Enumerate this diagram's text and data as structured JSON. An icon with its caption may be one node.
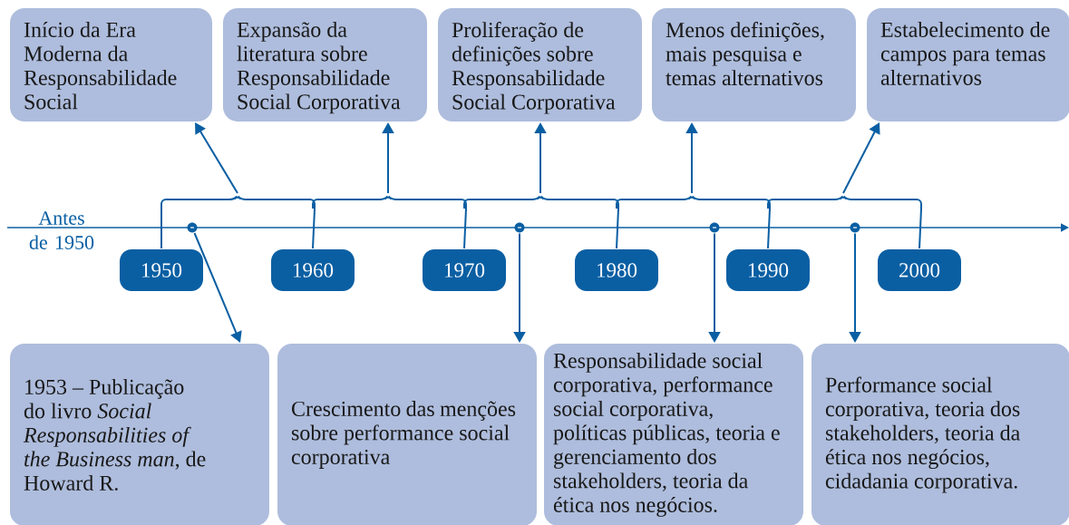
{
  "diagram": {
    "nodes": [
      {
        "text": [
          "Início da Era Moderna da Responsabilidade Social"
        ]
      },
      {
        "text": [
          "Expansão da literatura sobre Responsabilidade Social Corporativa"
        ]
      },
      {
        "text": [
          "Proliferação de definições sobre Responsabilidade Social Corporativa"
        ]
      },
      {
        "text": [
          "Menos definições, mais pesquisa e temas alternativos"
        ]
      },
      {
        "text": [
          "Estabelecimento de campos para temas alternativos"
        ]
      },
      {
        "text": [
          "1950"
        ]
      },
      {
        "text": [
          "1960"
        ]
      },
      {
        "text": [
          "1970"
        ]
      },
      {
        "text": [
          "1980"
        ]
      },
      {
        "text": [
          "1990"
        ]
      },
      {
        "text": [
          "2000"
        ]
      },
      {
        "text": [
          "1953 – Publicação do livro *Social Responsabilities of the Business man*, de Howard R."
        ]
      },
      {
        "text": [
          "Crescimento das menções sobre performance social corporativa"
        ]
      },
      {
        "text": [
          "Responsabilidade social corporativa, performance social corporativa, políticas públicas, teoria e gerenciamento dos stakeholders, teoria da ética nos negócios."
        ]
      },
      {
        "text": [
          "Performance social corporativa, teoria dos stakeholders, teoria da ética nos negócios, cidadania corporativa."
        ]
      },
      {
        "text": [],
        "shape": "circle"
      },
      {
        "text": [],
        "shape": "circle"
      },
      {
        "text": [],
        "shape": "circle"
      },
      {
        "text": [],
        "shape": "circle"
      },
      {
        "text": [],
        "shape": "brace"
      },
      {
        "text": [],
        "shape": "brace"
      },
      {
        "text": [],
        "shape": "brace"
      },
      {
        "text": [],
        "shape": "brace"
      },
      {
        "text": [],
        "shape": "brace"
      }
    ],
    "edges": [
      {
        "from": 19,
        "to": 0,
        "arrow": "to"
      },
      {
        "from": 20,
        "to": 1,
        "arrow": "to"
      },
      {
        "from": 21,
        "to": 2,
        "arrow": "to"
      },
      {
        "from": 22,
        "to": 3,
        "arrow": "to"
      },
      {
        "from": 23,
        "to": 4,
        "arrow": "to"
      },
      {
        "from": 15,
        "to": 11,
        "arrow": "to"
      },
      {
        "from": 16,
        "to": 12,
        "arrow": "to"
      },
      {
        "from": 17,
        "to": 13,
        "arrow": "to"
      },
      {
        "from": 18,
        "to": 14,
        "arrow": "to"
      },
      {
        "from": 5,
        "to": 19,
        "arrow": "none"
      },
      {
        "from": 6,
        "to": 19,
        "arrow": "none"
      },
      {
        "from": 6,
        "to": 20,
        "arrow": "none"
      },
      {
        "from": 7,
        "to": 20,
        "arrow": "none"
      },
      {
        "from": 7,
        "to": 21,
        "arrow": "none"
      },
      {
        "from": 8,
        "to": 21,
        "arrow": "none"
      },
      {
        "from": 8,
        "to": 22,
        "arrow": "none"
      },
      {
        "from": 9,
        "to": 22,
        "arrow": "none"
      },
      {
        "from": 9,
        "to": 23,
        "arrow": "none"
      },
      {
        "from": 10,
        "to": 23,
        "arrow": "none"
      }
    ],
    "labels": [
      "Antes de 1950"
    ]
  }
}
